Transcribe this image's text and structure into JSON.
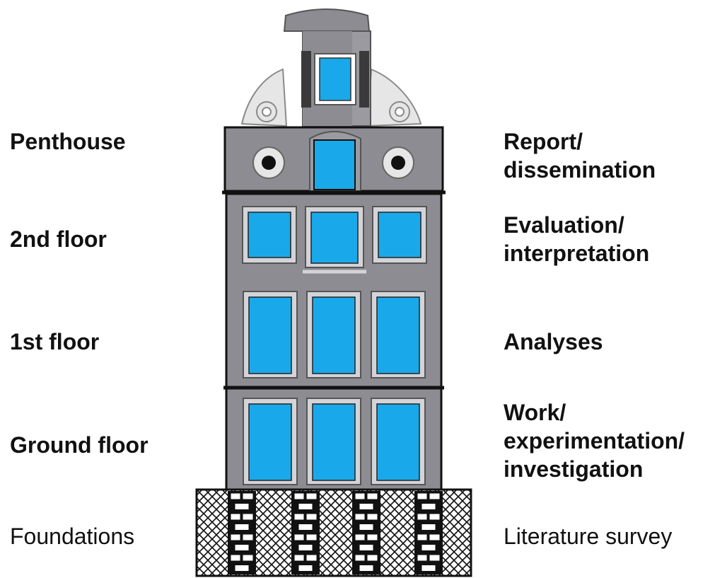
{
  "colors": {
    "glass": "#19a9ea",
    "facade": "#8c8c92",
    "facade_dark": "#6e6e74",
    "frame": "#d4d4d8",
    "ornament": "#e6e6e6",
    "ink": "#111111"
  },
  "floors": [
    {
      "left_label": "Penthouse",
      "right_label": "Report/\ndissemination"
    },
    {
      "left_label": "2nd floor",
      "right_label": "Evaluation/\ninterpretation"
    },
    {
      "left_label": "1st floor",
      "right_label": "Analyses"
    },
    {
      "left_label": "Ground floor",
      "right_label": "Work/\nexperimentation/\ninvestigation"
    },
    {
      "left_label": "Foundations",
      "right_label": "Literature survey"
    }
  ]
}
